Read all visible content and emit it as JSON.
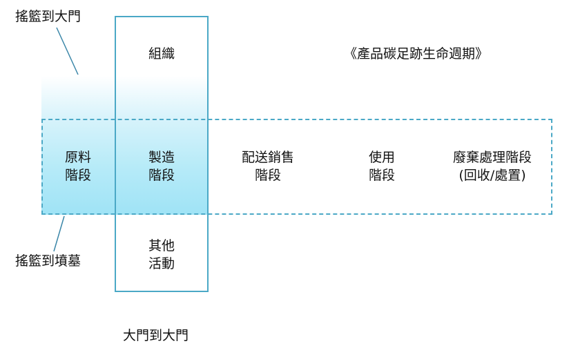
{
  "diagram": {
    "title": "《產品碳足跡生命週期》",
    "labels": {
      "cradle_to_gate": "搖籃到大門",
      "cradle_to_grave": "搖籃到墳墓",
      "gate_to_gate": "大門到大門"
    },
    "gate_top_label": "組織",
    "gate_bottom_label": [
      "其他",
      "活動"
    ],
    "stages": [
      {
        "line1": "原料",
        "line2": "階段"
      },
      {
        "line1": "製造",
        "line2": "階段"
      },
      {
        "line1": "配送銷售",
        "line2": "階段"
      },
      {
        "line1": "使用",
        "line2": "階段"
      },
      {
        "line1": "廢棄處理階段",
        "line2": "(回收/處置)"
      }
    ],
    "colors": {
      "outline": "#4aa8c6",
      "fill_bottom": "#9fe3f6",
      "leader_line": "#3a86a8"
    }
  }
}
